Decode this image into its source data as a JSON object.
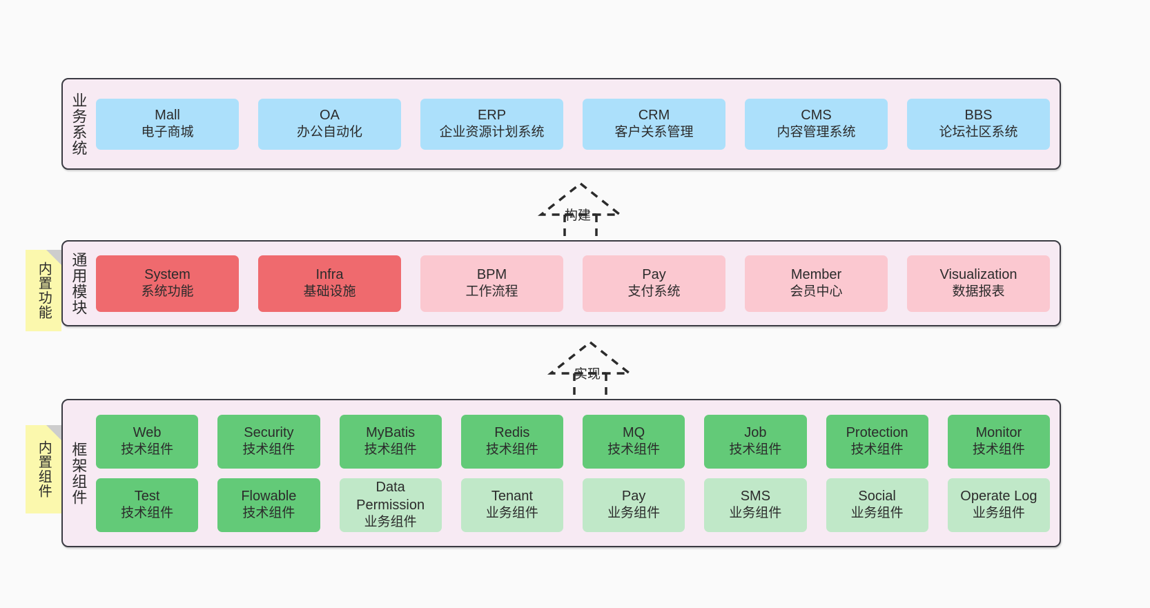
{
  "diagram": {
    "title": "ruoyi-vue-pro architecture layers",
    "background_color": "#fafafa",
    "layer_fill": "#f7eaf3",
    "layer_border": "#3a3a42",
    "note_fill": "#fbf8ad"
  },
  "layers": [
    {
      "id": "business-systems",
      "title": "业务系统",
      "rows": [
        {
          "cards": [
            {
              "title": "Mall",
              "sub": "电子商城",
              "style": "blue"
            },
            {
              "title": "OA",
              "sub": "办公自动化",
              "style": "blue"
            },
            {
              "title": "ERP",
              "sub": "企业资源计划系统",
              "style": "blue"
            },
            {
              "title": "CRM",
              "sub": "客户关系管理",
              "style": "blue"
            },
            {
              "title": "CMS",
              "sub": "内容管理系统",
              "style": "blue"
            },
            {
              "title": "BBS",
              "sub": "论坛社区系统",
              "style": "blue"
            }
          ]
        }
      ]
    },
    {
      "id": "common-modules",
      "title": "通用模块",
      "note": "内置功能",
      "rows": [
        {
          "cards": [
            {
              "title": "System",
              "sub": "系统功能",
              "style": "red"
            },
            {
              "title": "Infra",
              "sub": "基础设施",
              "style": "red"
            },
            {
              "title": "BPM",
              "sub": "工作流程",
              "style": "pink"
            },
            {
              "title": "Pay",
              "sub": "支付系统",
              "style": "pink"
            },
            {
              "title": "Member",
              "sub": "会员中心",
              "style": "pink"
            },
            {
              "title": "Visualization",
              "sub": "数据报表",
              "style": "pink"
            }
          ]
        }
      ]
    },
    {
      "id": "framework-components",
      "title": "框架组件",
      "note": "内置组件",
      "rows": [
        {
          "cards": [
            {
              "title": "Web",
              "sub": "技术组件",
              "style": "green"
            },
            {
              "title": "Security",
              "sub": "技术组件",
              "style": "green"
            },
            {
              "title": "MyBatis",
              "sub": "技术组件",
              "style": "green"
            },
            {
              "title": "Redis",
              "sub": "技术组件",
              "style": "green"
            },
            {
              "title": "MQ",
              "sub": "技术组件",
              "style": "green"
            },
            {
              "title": "Job",
              "sub": "技术组件",
              "style": "green"
            },
            {
              "title": "Protection",
              "sub": "技术组件",
              "style": "green"
            },
            {
              "title": "Monitor",
              "sub": "技术组件",
              "style": "green"
            }
          ]
        },
        {
          "cards": [
            {
              "title": "Test",
              "sub": "技术组件",
              "style": "green"
            },
            {
              "title": "Flowable",
              "sub": "技术组件",
              "style": "green"
            },
            {
              "title": "Data Permission",
              "sub": "业务组件",
              "style": "lightgreen"
            },
            {
              "title": "Tenant",
              "sub": "业务组件",
              "style": "lightgreen"
            },
            {
              "title": "Pay",
              "sub": "业务组件",
              "style": "lightgreen"
            },
            {
              "title": "SMS",
              "sub": "业务组件",
              "style": "lightgreen"
            },
            {
              "title": "Social",
              "sub": "业务组件",
              "style": "lightgreen"
            },
            {
              "title": "Operate Log",
              "sub": "业务组件",
              "style": "lightgreen"
            }
          ]
        }
      ]
    }
  ],
  "connectors": [
    {
      "id": "build",
      "label": "构建",
      "from": "common-modules",
      "to": "business-systems"
    },
    {
      "id": "implement",
      "label": "实现",
      "from": "framework-components",
      "to": "common-modules"
    }
  ]
}
